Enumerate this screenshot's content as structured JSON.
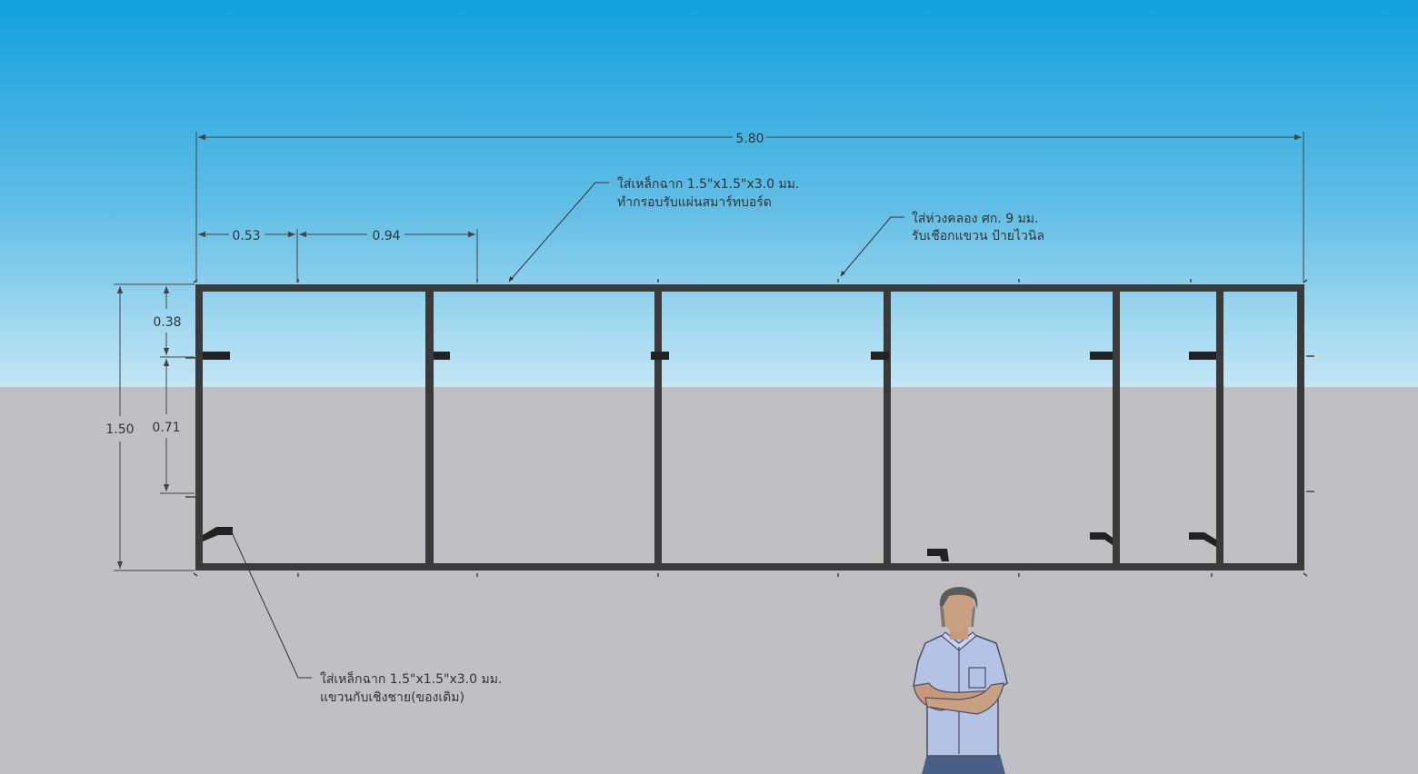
{
  "dimensions": {
    "overall_width": "5.80",
    "bay_1": "0.53",
    "bay_2": "0.94",
    "overall_height": "1.50",
    "top_offset": "0.38",
    "bracket_spacing": "0.71"
  },
  "annotations": {
    "top_frame": {
      "line1": "ใส่เหล็กฉาก 1.5\"x1.5\"x3.0 มม.",
      "line2": "ทำกรอบรับแผ่นสมาร์ทบอร์ด"
    },
    "hanging_loops": {
      "line1": "ใส่ห่วงคลอง ศก. 9 มม.",
      "line2": "รับเชือกแขวน ป้ายไวนิล"
    },
    "bottom_bracket": {
      "line1": "ใส่เหล็กฉาก 1.5\"x1.5\"x3.0 มม.",
      "line2": "แขวนกับเชิงชาย(ของเดิม)"
    }
  },
  "colors": {
    "sky_top": "#12a0dc",
    "sky_bottom": "#bfe3f4",
    "ground": "#c0c0c4",
    "frame": "#3a3a3a",
    "dimension_line": "#444444"
  }
}
